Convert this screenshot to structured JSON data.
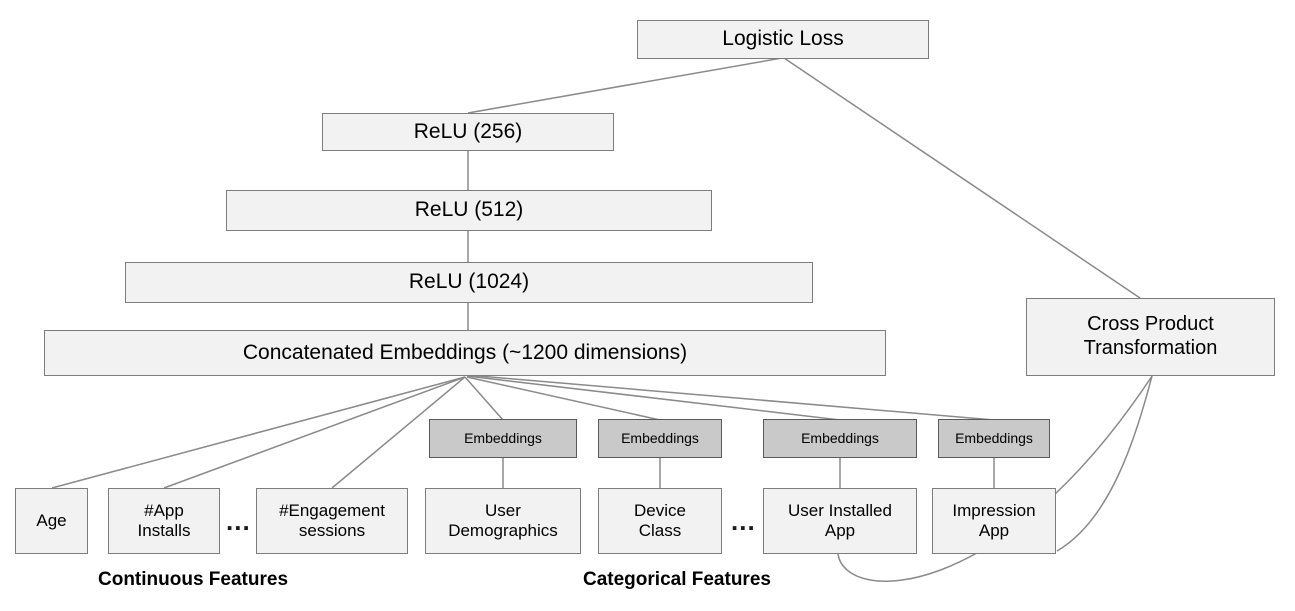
{
  "diagram": {
    "title_nodes": {
      "logistic_loss": "Logistic Loss",
      "relu_256": "ReLU (256)",
      "relu_512": "ReLU (512)",
      "relu_1024": "ReLU (1024)",
      "concat": "Concatenated Embeddings (~1200 dimensions)",
      "cross_product": "Cross Product\nTransformation"
    },
    "embedding_label": "Embeddings",
    "embeddings": [
      {
        "label": "Embeddings"
      },
      {
        "label": "Embeddings"
      },
      {
        "label": "Embeddings"
      },
      {
        "label": "Embeddings"
      }
    ],
    "continuous_features": [
      {
        "label": "Age"
      },
      {
        "label": "#App\nInstalls"
      },
      {
        "label": "#Engagement\nsessions"
      }
    ],
    "categorical_features": [
      {
        "label": "User\nDemographics"
      },
      {
        "label": "Device\nClass"
      },
      {
        "label": "User Installed\nApp"
      },
      {
        "label": "Impression\nApp"
      }
    ],
    "ellipses": [
      {
        "text": "..."
      },
      {
        "text": "..."
      }
    ],
    "captions": {
      "continuous": "Continuous Features",
      "categorical": "Categorical Features"
    },
    "colors": {
      "node_fill": "#f2f2f2",
      "node_border": "#7d7d7d",
      "embedding_fill": "#c9c9c9",
      "embedding_border": "#5a5a5a",
      "edge": "#8a8a8a",
      "text": "#000000",
      "background": "#ffffff"
    }
  }
}
